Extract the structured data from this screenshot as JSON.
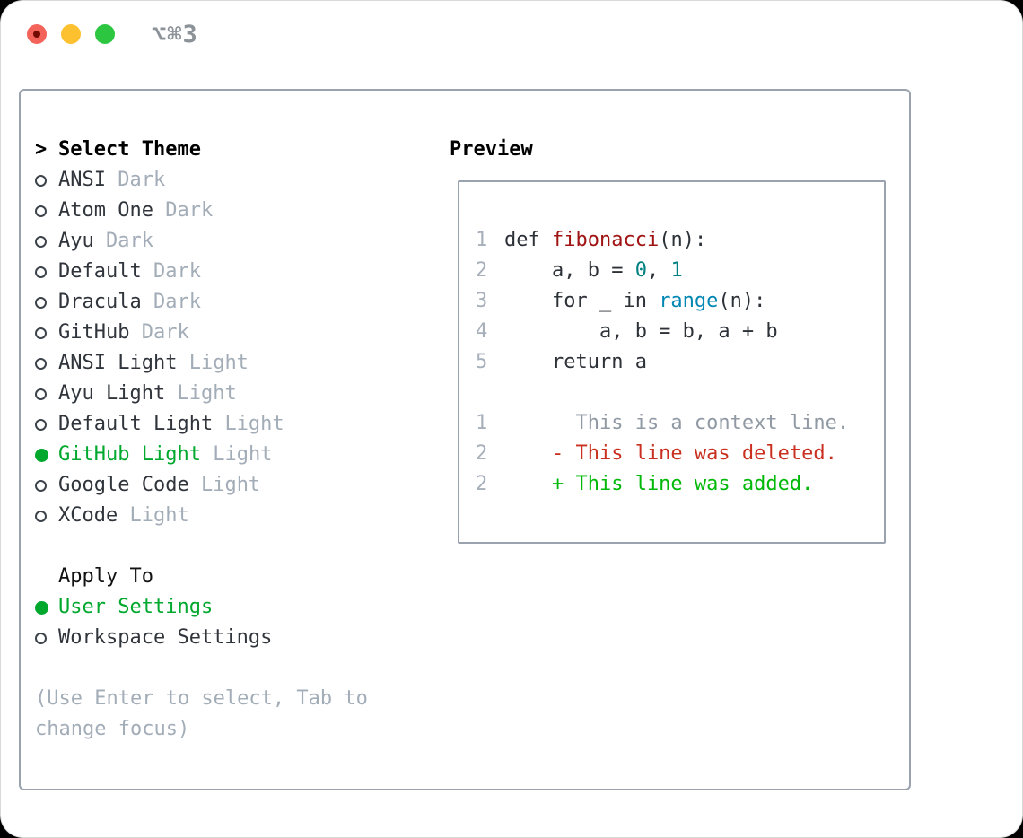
{
  "window": {
    "shortcut_label": "⌥⌘3"
  },
  "colors": {
    "accent_green": "#00a82e",
    "diff_added_green": "#00b807",
    "diff_deleted_red": "#c9301f",
    "syntax_title_red": "#a01313",
    "syntax_number_teal": "#008080",
    "syntax_builtin_blue": "#0086b3",
    "muted_gray": "#a3adb8",
    "text_dark": "#30353c",
    "panel_border": "#99a2ad",
    "traffic_red": "#f4635a",
    "traffic_yellow": "#fdc02f",
    "traffic_green": "#2cc640"
  },
  "theme_picker": {
    "heading_marker": ">",
    "heading": "Select Theme",
    "items": [
      {
        "label": "ANSI",
        "variant": "Dark",
        "selected": false
      },
      {
        "label": "Atom One",
        "variant": "Dark",
        "selected": false
      },
      {
        "label": "Ayu",
        "variant": "Dark",
        "selected": false
      },
      {
        "label": "Default",
        "variant": "Dark",
        "selected": false
      },
      {
        "label": "Dracula",
        "variant": "Dark",
        "selected": false
      },
      {
        "label": "GitHub",
        "variant": "Dark",
        "selected": false
      },
      {
        "label": "ANSI Light",
        "variant": "Light",
        "selected": false
      },
      {
        "label": "Ayu Light",
        "variant": "Light",
        "selected": false
      },
      {
        "label": "Default Light",
        "variant": "Light",
        "selected": false
      },
      {
        "label": "GitHub Light",
        "variant": "Light",
        "selected": true
      },
      {
        "label": "Google Code",
        "variant": "Light",
        "selected": false
      },
      {
        "label": "XCode",
        "variant": "Light",
        "selected": false
      }
    ]
  },
  "apply_to": {
    "heading": "Apply To",
    "options": [
      {
        "label": "User Settings",
        "selected": true
      },
      {
        "label": "Workspace Settings",
        "selected": false
      }
    ]
  },
  "hint": "(Use Enter to select, Tab to\nchange focus)",
  "preview": {
    "heading": "Preview",
    "lines": [
      {
        "num": "1",
        "segments": [
          {
            "t": "def ",
            "c": "plain"
          },
          {
            "t": "fibonacci",
            "c": "title"
          },
          {
            "t": "(n):",
            "c": "plain"
          }
        ]
      },
      {
        "num": "2",
        "segments": [
          {
            "t": "    a, b = ",
            "c": "plain"
          },
          {
            "t": "0",
            "c": "number"
          },
          {
            "t": ", ",
            "c": "plain"
          },
          {
            "t": "1",
            "c": "number"
          }
        ]
      },
      {
        "num": "3",
        "segments": [
          {
            "t": "    for _ in ",
            "c": "plain"
          },
          {
            "t": "range",
            "c": "builtin"
          },
          {
            "t": "(n):",
            "c": "plain"
          }
        ]
      },
      {
        "num": "4",
        "segments": [
          {
            "t": "        a, b = b, a + b",
            "c": "plain"
          }
        ]
      },
      {
        "num": "5",
        "segments": [
          {
            "t": "    return a",
            "c": "plain"
          }
        ]
      },
      {
        "num": "",
        "segments": []
      },
      {
        "num": "1",
        "segments": [
          {
            "t": "      This is a context line.",
            "c": "context"
          }
        ]
      },
      {
        "num": "2",
        "segments": [
          {
            "t": "    - This line was deleted.",
            "c": "deleted"
          }
        ]
      },
      {
        "num": "2",
        "segments": [
          {
            "t": "    + This line was added.",
            "c": "added"
          }
        ]
      }
    ]
  }
}
